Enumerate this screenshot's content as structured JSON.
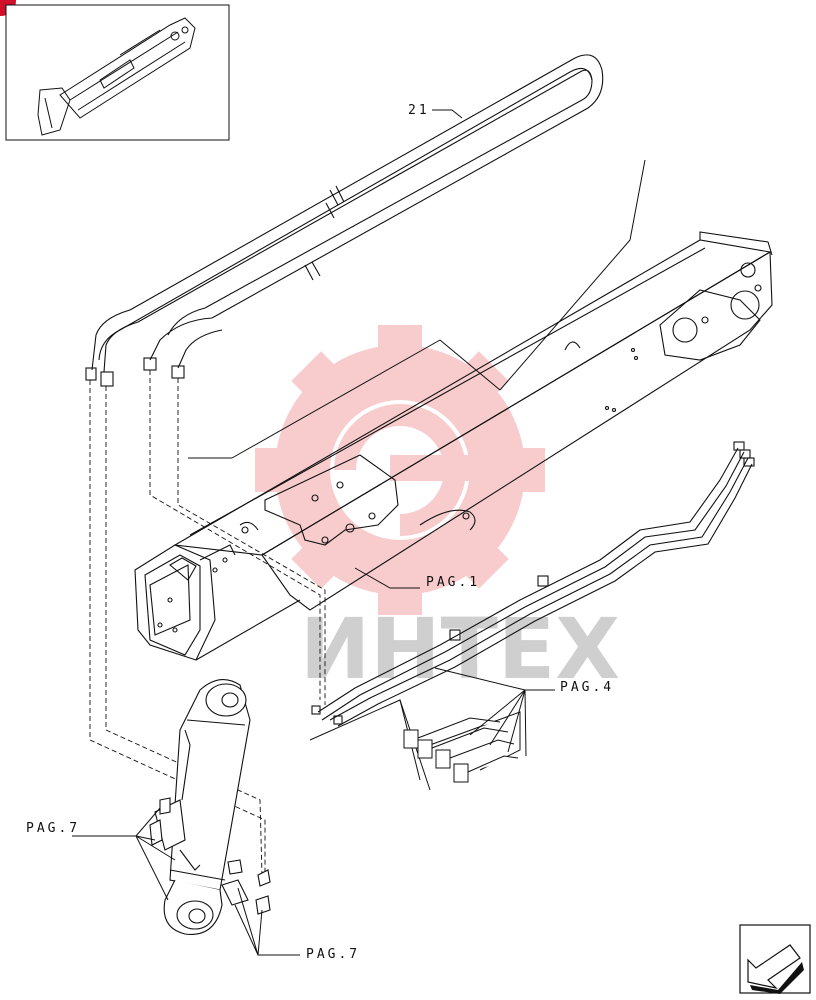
{
  "watermark": {
    "text": "ИНТЕХ",
    "gear_color": "#f3a3a3",
    "text_color": "#cfcfcf"
  },
  "callouts": {
    "item_21": "21",
    "pag_1": "PAG.1",
    "pag_4": "PAG.4",
    "pag_7_left": "PAG.7",
    "pag_7_bottom": "PAG.7"
  },
  "icons": {
    "thumbnail": "machine-overview-thumbnail",
    "nav": "previous-page-arrow-icon",
    "badge": "red-corner-badge"
  },
  "colors": {
    "line": "#111111",
    "badge": "#d0102b"
  }
}
